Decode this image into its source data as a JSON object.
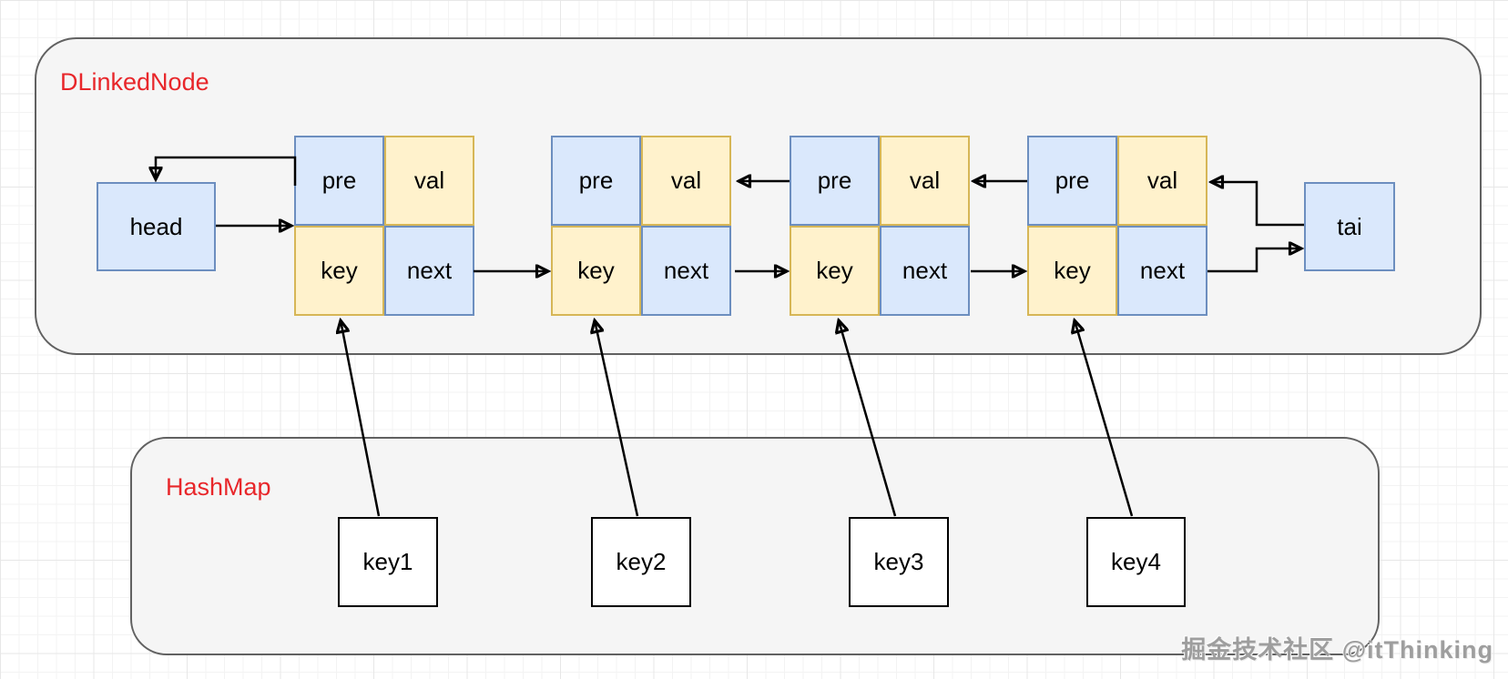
{
  "linked_list": {
    "title": "DLinkedNode",
    "head": "head",
    "tail": "tai",
    "nodes": [
      {
        "pre": "pre",
        "val": "val",
        "key": "key",
        "next": "next"
      },
      {
        "pre": "pre",
        "val": "val",
        "key": "key",
        "next": "next"
      },
      {
        "pre": "pre",
        "val": "val",
        "key": "key",
        "next": "next"
      },
      {
        "pre": "pre",
        "val": "val",
        "key": "key",
        "next": "next"
      }
    ]
  },
  "hashmap": {
    "title": "HashMap",
    "keys": [
      {
        "label": "key1"
      },
      {
        "label": "key2"
      },
      {
        "label": "key3"
      },
      {
        "label": "key4"
      }
    ]
  },
  "watermark": {
    "text": "掘金技术社区 @itThinking"
  },
  "colors": {
    "node_blue_fill": "#dae8fc",
    "node_blue_stroke": "#6c8ebf",
    "node_yellow_fill": "#fff2cc",
    "node_yellow_stroke": "#d6b656",
    "container_fill": "#f5f5f5",
    "container_stroke": "#616161",
    "title_red": "#e8262a",
    "arrow_color": "#000000",
    "key_box_fill": "#ffffff",
    "key_box_stroke": "#000000"
  }
}
